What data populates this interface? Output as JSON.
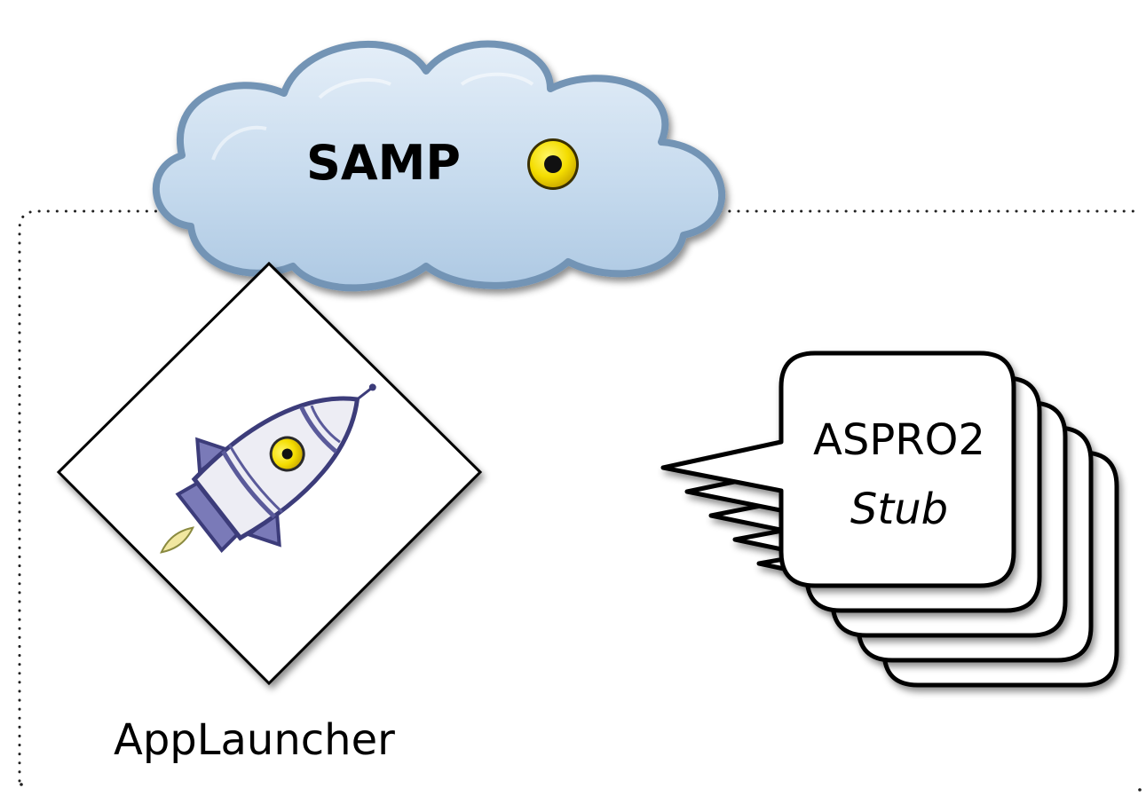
{
  "cloud": {
    "label": "SAMP",
    "icon": "samp-hub-icon",
    "fill": "#c9dcee",
    "stroke": "#7394b5"
  },
  "launcher": {
    "label": "AppLauncher",
    "icon": "rocket-icon"
  },
  "stub": {
    "title": "ASPRO2",
    "subtitle": "Stub",
    "stack_count": 5
  },
  "colors": {
    "yellow": "#f7e200",
    "rocket_body": "#eaeaf2",
    "rocket_outline": "#4a4a8a",
    "rocket_fins": "#7a7ab8"
  }
}
